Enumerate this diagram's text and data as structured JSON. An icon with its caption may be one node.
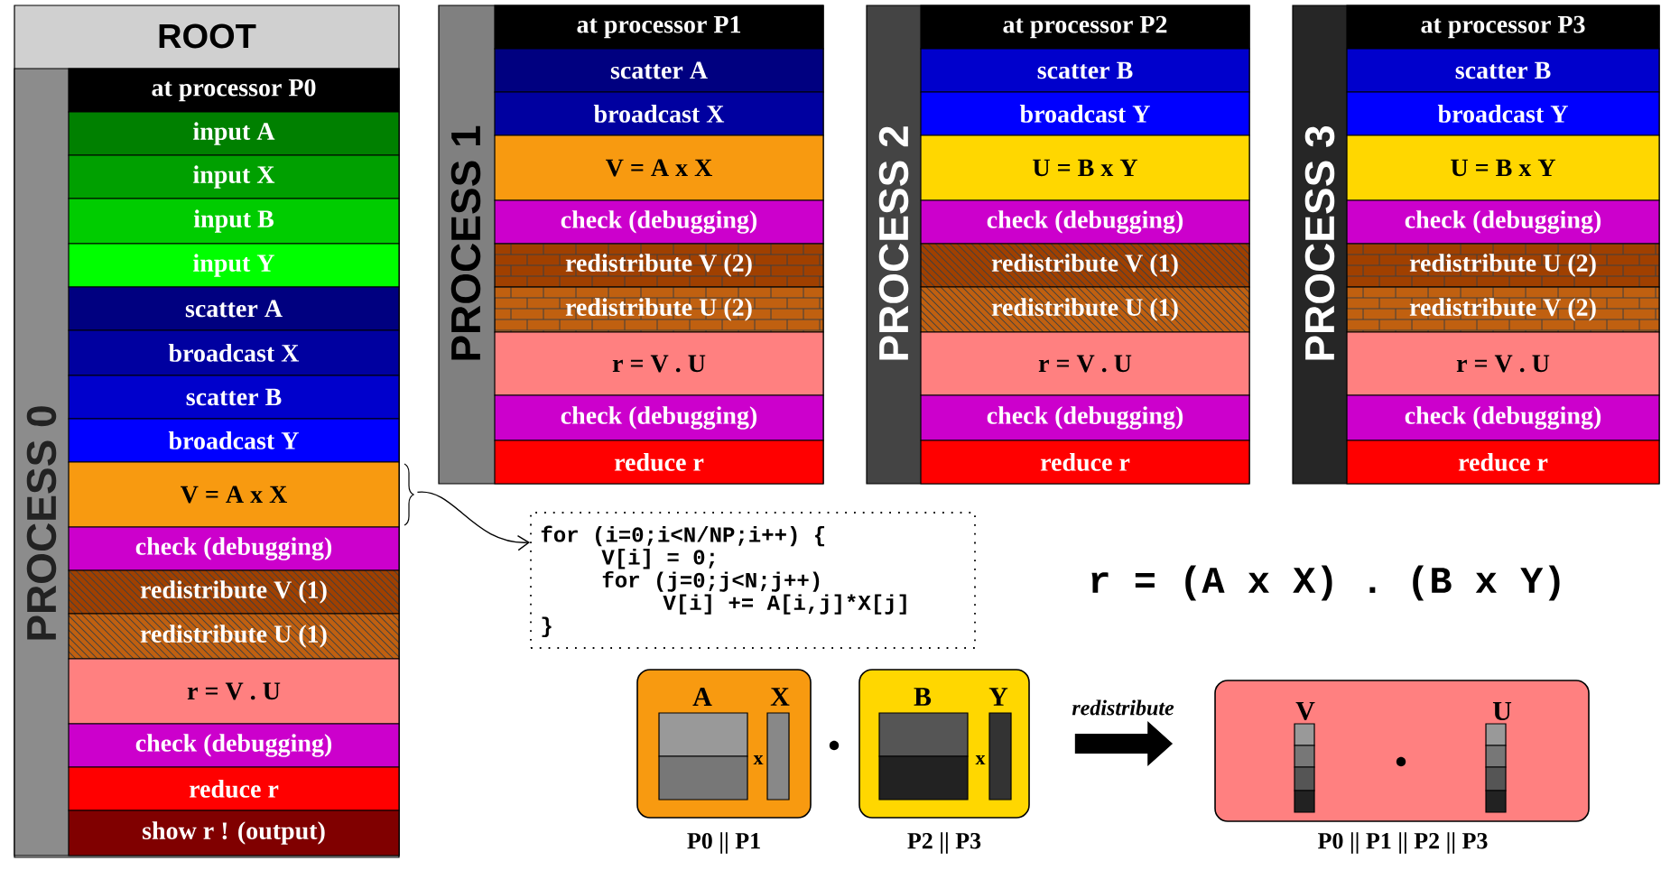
{
  "diagram": {
    "nodes": [
      {
        "text": [
          "ROOT"
        ]
      },
      {
        "text": [
          "PROCESS 0"
        ],
        "in": 0
      },
      {
        "text": [
          "at processor P0"
        ],
        "in": 1
      },
      {
        "text": [
          "input A"
        ],
        "in": 1
      },
      {
        "text": [
          "input X"
        ],
        "in": 1
      },
      {
        "text": [
          "input B"
        ],
        "in": 1
      },
      {
        "text": [
          "input Y"
        ],
        "in": 1
      },
      {
        "text": [
          "scatter A"
        ],
        "in": 1
      },
      {
        "text": [
          "broadcast X"
        ],
        "in": 1
      },
      {
        "text": [
          "scatter B"
        ],
        "in": 1
      },
      {
        "text": [
          "broadcast Y"
        ],
        "in": 1
      },
      {
        "text": [
          "V = A x X"
        ],
        "in": 1
      },
      {
        "text": [
          "check (debugging)"
        ],
        "in": 1
      },
      {
        "text": [
          "redistribute V (1)"
        ],
        "in": 1
      },
      {
        "text": [
          "redistribute U (1)"
        ],
        "in": 1
      },
      {
        "text": [
          "r = V . U"
        ],
        "in": 1
      },
      {
        "text": [
          "check (debugging)"
        ],
        "in": 1
      },
      {
        "text": [
          "reduce r"
        ],
        "in": 1
      },
      {
        "text": [
          "show r ! (output)"
        ],
        "in": 1
      },
      {
        "text": [
          "PROCESS 1"
        ]
      },
      {
        "text": [
          "at processor P1"
        ],
        "in": 19
      },
      {
        "text": [
          "scatter A"
        ],
        "in": 19
      },
      {
        "text": [
          "broadcast X"
        ],
        "in": 19
      },
      {
        "text": [
          "V = A x X"
        ],
        "in": 19
      },
      {
        "text": [
          "check (debugging)"
        ],
        "in": 19
      },
      {
        "text": [
          "redistribute V (2)"
        ],
        "in": 19
      },
      {
        "text": [
          "redistribute U (2)"
        ],
        "in": 19
      },
      {
        "text": [
          "r = V . U"
        ],
        "in": 19
      },
      {
        "text": [
          "check (debugging)"
        ],
        "in": 19
      },
      {
        "text": [
          "reduce r"
        ],
        "in": 19
      },
      {
        "text": [
          "PROCESS 2"
        ]
      },
      {
        "text": [
          "at processor P2"
        ],
        "in": 30
      },
      {
        "text": [
          "scatter B"
        ],
        "in": 30
      },
      {
        "text": [
          "broadcast Y"
        ],
        "in": 30
      },
      {
        "text": [
          "U = B x Y"
        ],
        "in": 30
      },
      {
        "text": [
          "check (debugging)"
        ],
        "in": 30
      },
      {
        "text": [
          "redistribute V (1)"
        ],
        "in": 30
      },
      {
        "text": [
          "redistribute U (1)"
        ],
        "in": 30
      },
      {
        "text": [
          "r = V . U"
        ],
        "in": 30
      },
      {
        "text": [
          "check (debugging)"
        ],
        "in": 30
      },
      {
        "text": [
          "reduce r"
        ],
        "in": 30
      },
      {
        "text": [
          "PROCESS 3"
        ]
      },
      {
        "text": [
          "at processor P3"
        ],
        "in": 41
      },
      {
        "text": [
          "scatter B"
        ],
        "in": 41
      },
      {
        "text": [
          "broadcast Y"
        ],
        "in": 41
      },
      {
        "text": [
          "U = B x Y"
        ],
        "in": 41
      },
      {
        "text": [
          "check (debugging)"
        ],
        "in": 41
      },
      {
        "text": [
          "redistribute U (2)"
        ],
        "in": 41
      },
      {
        "text": [
          "redistribute V (2)"
        ],
        "in": 41
      },
      {
        "text": [
          "r = V . U"
        ],
        "in": 41
      },
      {
        "text": [
          "check (debugging)"
        ],
        "in": 41
      },
      {
        "text": [
          "reduce r"
        ],
        "in": 41
      },
      {
        "text": [
          "for (i=0;i<N/NP;i++) {",
          "V[i] = 0;",
          "for (j=0;j<N;j++)",
          "V[i] += A[i,j]*X[j]",
          "}"
        ]
      },
      {
        "text": [
          "A",
          "X",
          "x"
        ],
        "beside": [
          "P0 || P1"
        ]
      },
      {
        "text": [
          "B",
          "Y",
          "x"
        ],
        "beside": [
          "P2 || P3"
        ]
      },
      {
        "text": [
          "V",
          "U"
        ],
        "beside": [
          "P0 || P1 || P2 || P3"
        ]
      }
    ],
    "edges": [
      {
        "from": 11,
        "to": 52,
        "arrow": "to"
      },
      {
        "from": 54,
        "to": 55,
        "arrow": "to",
        "label": "redistribute",
        "style": "thick"
      }
    ],
    "labels": [
      "r = (A x X) . (B x Y)"
    ]
  }
}
